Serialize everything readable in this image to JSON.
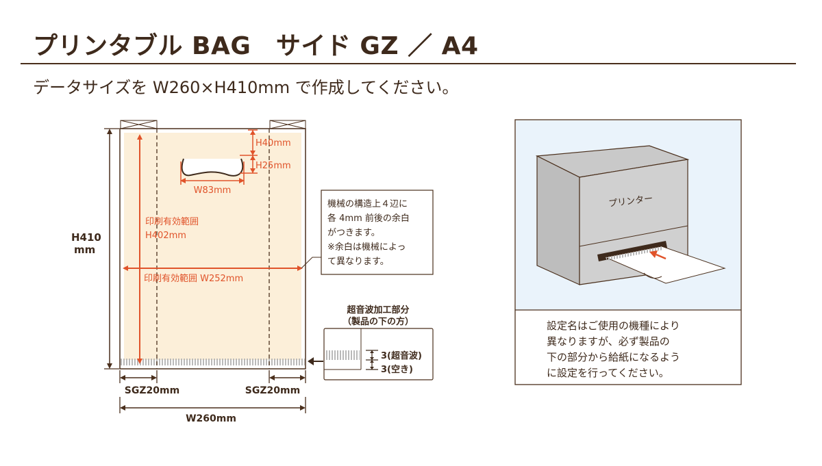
{
  "header": {
    "title": "プリンタブル BAG　サイド GZ ／ A4",
    "subtitle": "データサイズを W260×H410mm で作成してください。"
  },
  "bag_diagram": {
    "h410_line1": "H410",
    "h410_line2": "mm",
    "w260": "W260mm",
    "sgz_left": "SGZ20mm",
    "sgz_right": "SGZ20mm",
    "h40": "H40mm",
    "h25": "H25mm",
    "w83": "W83mm",
    "print_area_h_line1": "印刷有効範囲",
    "print_area_h_line2": "H402mm",
    "print_area_w": "印刷有効範囲 W252mm"
  },
  "margin_note": {
    "lines": [
      "機械の構造上４辺に",
      "各 4mm 前後の余白",
      "がつきます。",
      "※余白は機械によっ",
      "て異なります。"
    ]
  },
  "ultrasonic": {
    "title_line1": "超音波加工部分",
    "title_line2": "（製品の下の方）",
    "label1": "3(超音波)",
    "label2": "3(空き)"
  },
  "printer_panel": {
    "printer_label": "プリンター",
    "caption_lines": [
      "設定名はご使用の機種により",
      "異なりますが、必ず製品の",
      "下の部分から給紙になるよう",
      "に設定を行ってください。"
    ]
  },
  "colors": {
    "accent": "#e0532a",
    "brown": "#4a2f1c",
    "print_area": "#fcefd9",
    "panel_bg": "#eaf3fb"
  }
}
